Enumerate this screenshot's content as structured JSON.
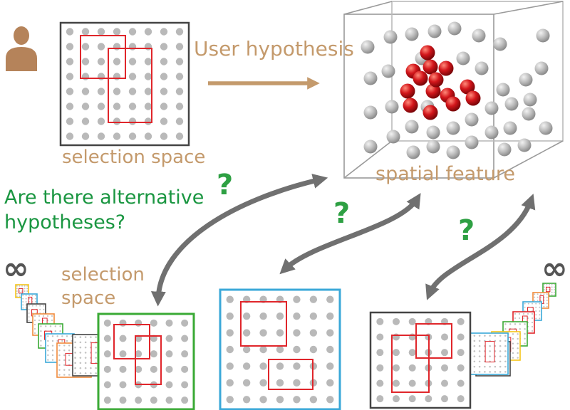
{
  "labels": {
    "arrow_label": "User hypothesis",
    "selection_space_top": "selection space",
    "spatial_feature": "spatial feature",
    "question_line1": "Are there alternative",
    "question_line2": "hypotheses?",
    "selection_space_left_line1": "selection",
    "selection_space_left_line2": "space",
    "question_mark": "?",
    "infinity": "∞"
  },
  "icons": {
    "user": "user-icon",
    "arrow": "arrow-right-icon",
    "cube": "cube-icon",
    "double_arrow": "double-arrow-icon"
  },
  "colors": {
    "tan": "#c49a6c",
    "green_text": "#1a9641",
    "red_selection": "#e0262b",
    "grey_dot": "#b9b9b9",
    "frame_dark": "#444444",
    "frame_green": "#3aaa35",
    "frame_blue": "#3aa8d8",
    "arrow_grey": "#707070"
  }
}
